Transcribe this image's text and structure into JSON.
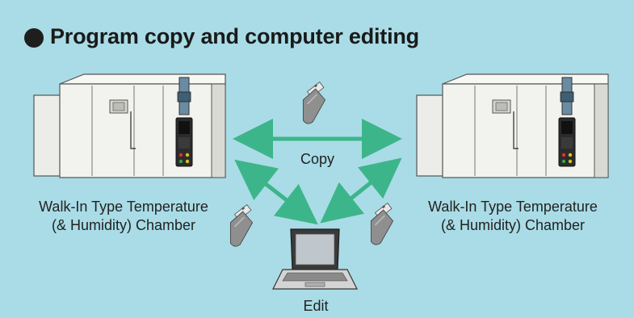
{
  "title": "Program copy and computer editing",
  "labels": {
    "copy": "Copy",
    "edit": "Edit",
    "chamber_left_line1": "Walk-In Type Temperature",
    "chamber_left_line2": "(& Humidity) Chamber",
    "chamber_right_line1": "Walk-In Type Temperature",
    "chamber_right_line2": "(& Humidity) Chamber"
  },
  "colors": {
    "background": "#a9dce6",
    "arrow": "#3db58a",
    "chamber_body": "#f2f2ef",
    "panel_dark": "#2b2b2b",
    "usb_body": "#8f8f8f"
  },
  "icons": [
    "bullet-circle",
    "usb-drive-icon",
    "laptop-icon",
    "chamber-illustration",
    "double-arrow"
  ]
}
